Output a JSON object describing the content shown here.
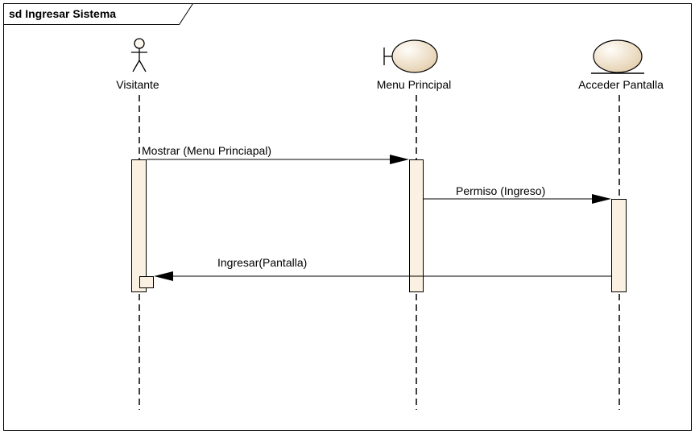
{
  "frame": {
    "title": "sd Ingresar Sistema"
  },
  "lifelines": [
    {
      "name": "Visitante",
      "kind": "actor"
    },
    {
      "name": "Menu Principal",
      "kind": "boundary"
    },
    {
      "name": "Acceder Pantalla",
      "kind": "entity"
    }
  ],
  "messages": [
    {
      "label": "Mostrar (Menu Princiapal)",
      "from": "Visitante",
      "to": "Menu Principal"
    },
    {
      "label": "Permiso (Ingreso)",
      "from": "Menu Principal",
      "to": "Acceder Pantalla"
    },
    {
      "label": "Ingresar(Pantalla)",
      "from": "Acceder Pantalla",
      "to": "Visitante"
    }
  ],
  "colors": {
    "activation_fill": "#fbf1e2",
    "object_fill_light": "#fdf7ee",
    "object_fill_dark": "#e6d3b6",
    "line": "#000000"
  }
}
